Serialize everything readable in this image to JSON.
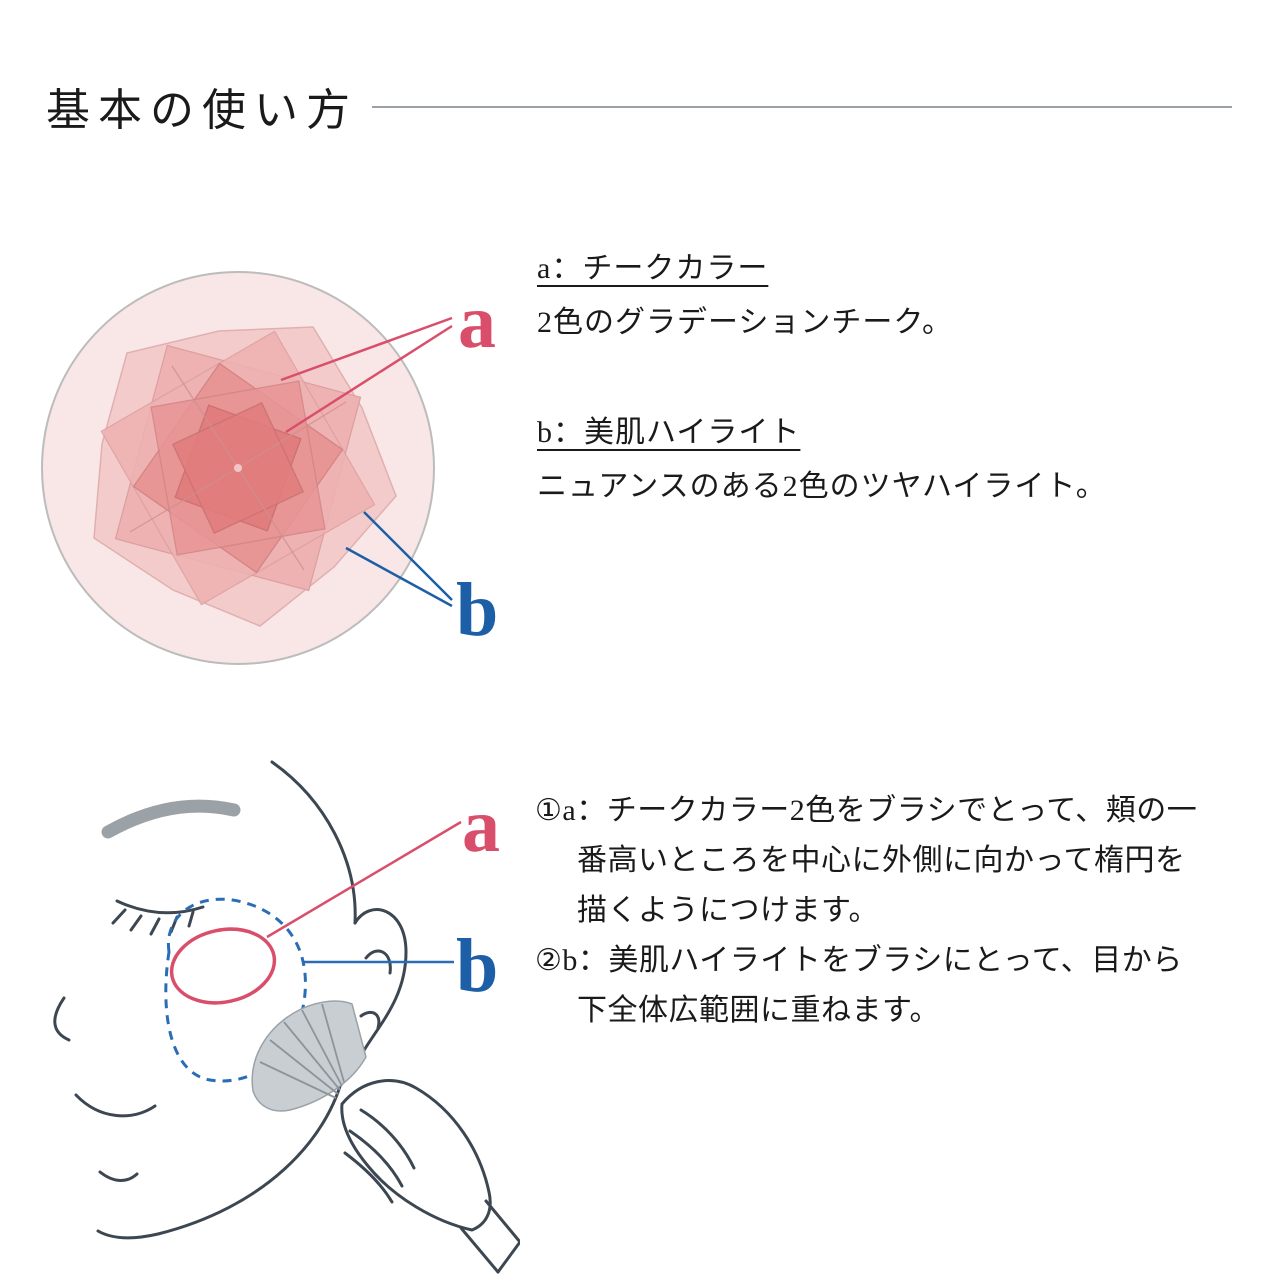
{
  "header": {
    "title": "基本の使い方"
  },
  "colors": {
    "accent_a": "#d94f6b",
    "accent_b": "#1d5fa6",
    "line": "#9aa0a5",
    "face_line": "#3d4752",
    "powder_light": "#f9e6e6",
    "powder_mid": "#efb2b2",
    "powder_deep": "#e27d7d"
  },
  "compact_section": {
    "label_a": "a",
    "label_b": "b",
    "a_heading": "a：チークカラー",
    "a_description": "2色のグラデーションチーク。",
    "b_heading": "b：美肌ハイライト",
    "b_description": "ニュアンスのある2色のツヤハイライト。"
  },
  "usage_section": {
    "label_a": "a",
    "label_b": "b",
    "step_1": "①a：チークカラー2色をブラシでとって、頬の一番高いところを中心に外側に向かって楕円を描くようにつけます。",
    "step_2": "②b：美肌ハイライトをブラシにとって、目から下全体広範囲に重ねます。"
  }
}
